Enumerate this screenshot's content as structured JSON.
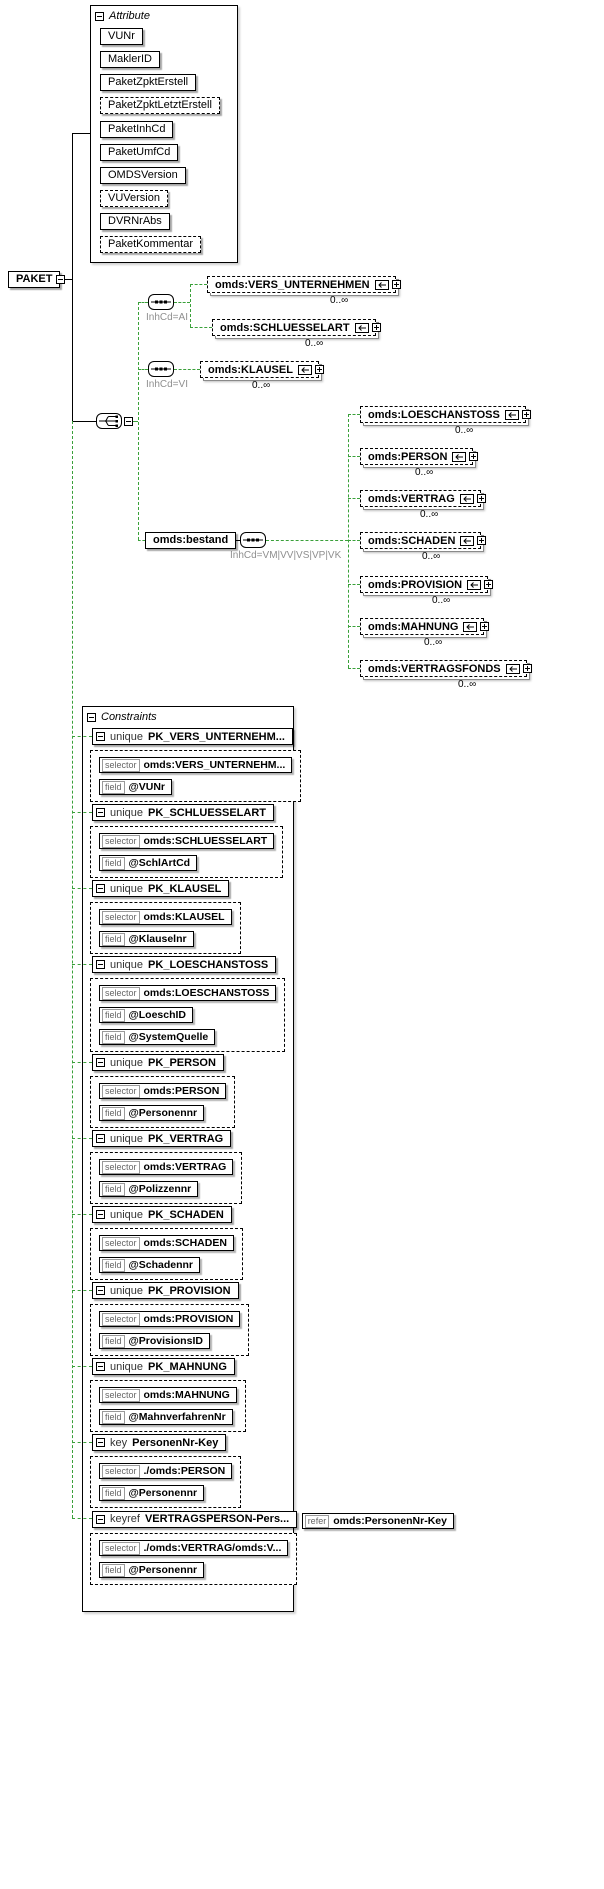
{
  "diagram": {
    "root": {
      "label": "PAKET"
    },
    "attributes": {
      "section_label": "Attribute",
      "items": [
        {
          "label": "VUNr",
          "optional": false
        },
        {
          "label": "MaklerID",
          "optional": false
        },
        {
          "label": "PaketZpktErstell",
          "optional": false
        },
        {
          "label": "PaketZpktLetztErstell",
          "optional": true
        },
        {
          "label": "PaketInhCd",
          "optional": false
        },
        {
          "label": "PaketUmfCd",
          "optional": false
        },
        {
          "label": "OMDSVersion",
          "optional": false
        },
        {
          "label": "VUVersion",
          "optional": true
        },
        {
          "label": "DVRNrAbs",
          "optional": false
        },
        {
          "label": "PaketKommentar",
          "optional": true
        }
      ]
    },
    "groups": {
      "ai": {
        "caption": "InhCd=AI"
      },
      "vi": {
        "caption": "InhCd=VI"
      },
      "bestand": {
        "caption": "InhCd=VM|VV|VS|VP|VK"
      }
    },
    "elements": {
      "vers_unternehmen": {
        "label": "omds:VERS_UNTERNEHMEN",
        "occurs": "0..∞"
      },
      "schluesselart": {
        "label": "omds:SCHLUESSELART",
        "occurs": "0..∞"
      },
      "klausel": {
        "label": "omds:KLAUSEL",
        "occurs": "0..∞"
      },
      "bestand": {
        "label": "omds:bestand"
      },
      "loeschanstoss": {
        "label": "omds:LOESCHANSTOSS",
        "occurs": "0..∞"
      },
      "person": {
        "label": "omds:PERSON",
        "occurs": "0..∞"
      },
      "vertrag": {
        "label": "omds:VERTRAG",
        "occurs": "0..∞"
      },
      "schaden": {
        "label": "omds:SCHADEN",
        "occurs": "0..∞"
      },
      "provision": {
        "label": "omds:PROVISION",
        "occurs": "0..∞"
      },
      "mahnung": {
        "label": "omds:MAHNUNG",
        "occurs": "0..∞"
      },
      "vertragsfonds": {
        "label": "omds:VERTRAGSFONDS",
        "occurs": "0..∞"
      }
    },
    "constraints": {
      "section_label": "Constraints",
      "items": [
        {
          "kind": "unique",
          "name": "PK_VERS_UNTERNEHM...",
          "rows": [
            {
              "keyword": "selector",
              "value": "omds:VERS_UNTERNEHM..."
            },
            {
              "keyword": "field",
              "value": "@VUNr"
            }
          ]
        },
        {
          "kind": "unique",
          "name": "PK_SCHLUESSELART",
          "rows": [
            {
              "keyword": "selector",
              "value": "omds:SCHLUESSELART"
            },
            {
              "keyword": "field",
              "value": "@SchlArtCd"
            }
          ]
        },
        {
          "kind": "unique",
          "name": "PK_KLAUSEL",
          "rows": [
            {
              "keyword": "selector",
              "value": "omds:KLAUSEL"
            },
            {
              "keyword": "field",
              "value": "@Klauselnr"
            }
          ]
        },
        {
          "kind": "unique",
          "name": "PK_LOESCHANSTOSS",
          "rows": [
            {
              "keyword": "selector",
              "value": "omds:LOESCHANSTOSS"
            },
            {
              "keyword": "field",
              "value": "@LoeschID"
            },
            {
              "keyword": "field",
              "value": "@SystemQuelle"
            }
          ]
        },
        {
          "kind": "unique",
          "name": "PK_PERSON",
          "rows": [
            {
              "keyword": "selector",
              "value": "omds:PERSON"
            },
            {
              "keyword": "field",
              "value": "@Personennr"
            }
          ]
        },
        {
          "kind": "unique",
          "name": "PK_VERTRAG",
          "rows": [
            {
              "keyword": "selector",
              "value": "omds:VERTRAG"
            },
            {
              "keyword": "field",
              "value": "@Polizzennr"
            }
          ]
        },
        {
          "kind": "unique",
          "name": "PK_SCHADEN",
          "rows": [
            {
              "keyword": "selector",
              "value": "omds:SCHADEN"
            },
            {
              "keyword": "field",
              "value": "@Schadennr"
            }
          ]
        },
        {
          "kind": "unique",
          "name": "PK_PROVISION",
          "rows": [
            {
              "keyword": "selector",
              "value": "omds:PROVISION"
            },
            {
              "keyword": "field",
              "value": "@ProvisionsID"
            }
          ]
        },
        {
          "kind": "unique",
          "name": "PK_MAHNUNG",
          "rows": [
            {
              "keyword": "selector",
              "value": "omds:MAHNUNG"
            },
            {
              "keyword": "field",
              "value": "@MahnverfahrenNr"
            }
          ]
        },
        {
          "kind": "key",
          "name": "PersonenNr-Key",
          "rows": [
            {
              "keyword": "selector",
              "value": "./omds:PERSON"
            },
            {
              "keyword": "field",
              "value": "@Personennr"
            }
          ]
        },
        {
          "kind": "keyref",
          "name": "VERTRAGSPERSON-Pers...",
          "refer": {
            "keyword": "refer",
            "value": "omds:PersonenNr-Key"
          },
          "rows": [
            {
              "keyword": "selector",
              "value": "./omds:VERTRAG/omds:V..."
            },
            {
              "keyword": "field",
              "value": "@Personennr"
            }
          ]
        }
      ]
    },
    "icons": {
      "collapse-icon": "minus-square",
      "expand-icon": "plus-square",
      "element-reference-icon": "left-arrow",
      "sequence-compositor-icon": "rounded-box-with-dots",
      "choice-compositor-icon": "rounded-box-with-branches"
    },
    "colors": {
      "connector_optional": "#3aa03a",
      "connector_required": "#000000",
      "box_border": "#000000",
      "caption_gray": "#8f8f8f",
      "background": "#ffffff"
    }
  }
}
